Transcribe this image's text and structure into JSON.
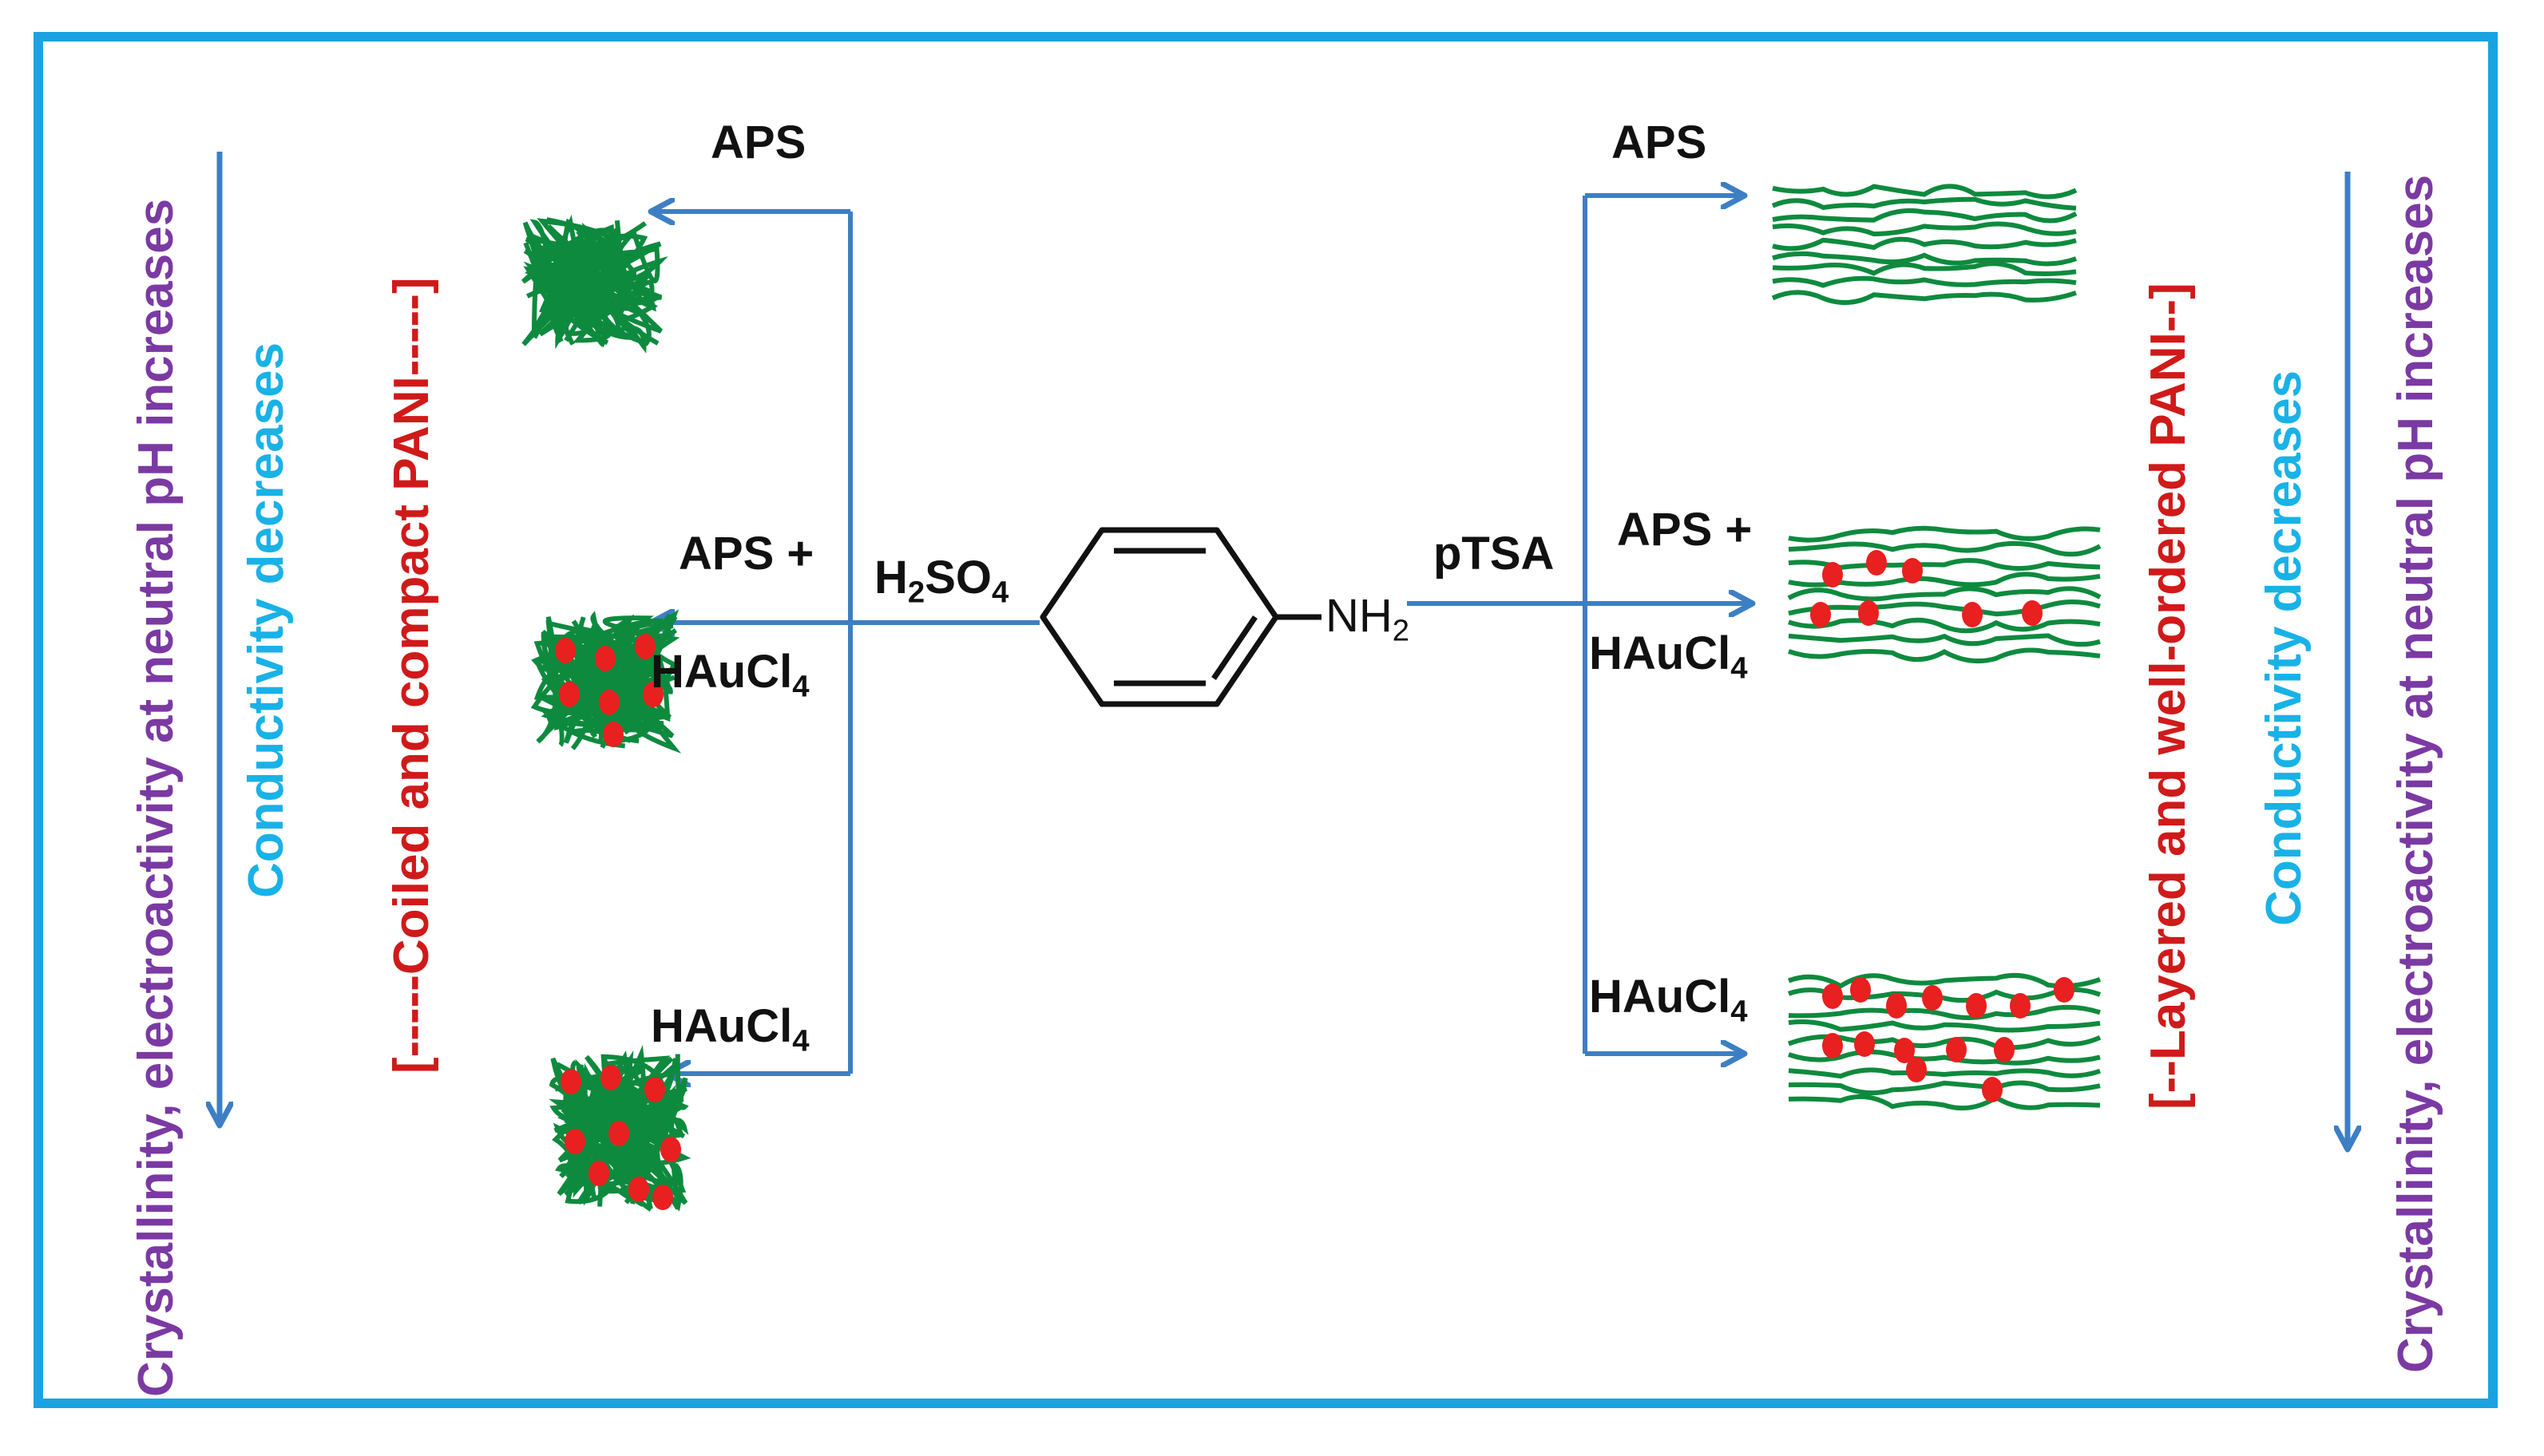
{
  "colors": {
    "frame": "#1aa3e0",
    "arrow": "#3d7fc4",
    "pani": "#0e8a3e",
    "gold": "#e8201f",
    "left_trend_purple": "#7b3aa3",
    "conductivity_cyan": "#19b2e6",
    "bracket_red": "#d01a1a"
  },
  "center": {
    "molecule": "aniline",
    "nh2": "NH",
    "nh2_sub": "2"
  },
  "left": {
    "acid": "H",
    "acid_sub1": "2",
    "acid_mid": "SO",
    "acid_sub2": "4",
    "top_reagent": "APS",
    "mid_reagent_line1": "APS +",
    "mid_reagent_line2": "HAuCl",
    "mid_reagent_line2_sub": "4",
    "bottom_reagent": "HAuCl",
    "bottom_reagent_sub": "4",
    "bracket_label": "[-----Coiled and compact PANI-----]",
    "trend_text": "Crystallinity,  electroactivity at neutral pH increases",
    "conductivity_text": "Conductivity decreases"
  },
  "right": {
    "acid": "pTSA",
    "top_reagent": "APS",
    "mid_reagent_line1": "APS +",
    "mid_reagent_line2": "HAuCl",
    "mid_reagent_line2_sub": "4",
    "bottom_reagent": "HAuCl",
    "bottom_reagent_sub": "4",
    "bracket_label": "[--Layered  and  well-ordered PANI--]",
    "trend_text": "Crystallinity,  electroactivity at neutral pH increases",
    "conductivity_text": "Conductivity decreases"
  },
  "icons": [
    "arrow-icon",
    "coiled-pani-icon",
    "layered-pani-icon",
    "gold-nanoparticle-icon",
    "benzene-ring-icon"
  ]
}
